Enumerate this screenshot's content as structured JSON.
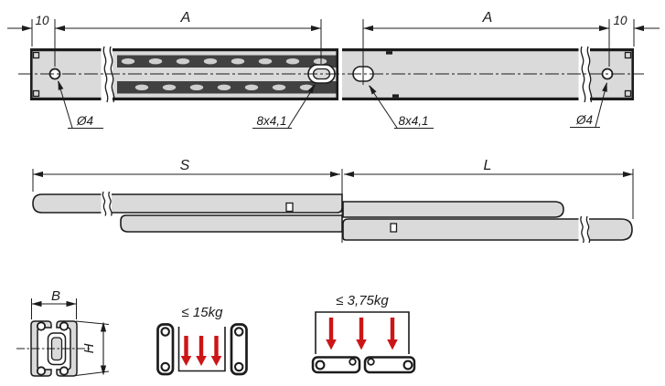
{
  "top_view": {
    "offset_left": "10",
    "length_a_left": "A",
    "length_a_right": "A",
    "offset_right": "10",
    "hole_dia_left": "Ø4",
    "slot_size_left": "8x4,1",
    "slot_size_right": "8x4,1",
    "hole_dia_right": "Ø4"
  },
  "side_view": {
    "closed_length": "S",
    "extended_length": "L"
  },
  "cross_section": {
    "width": "B",
    "height": "H"
  },
  "load_ratings": {
    "edge_mount_max": "≤ 15kg",
    "flat_mount_max": "≤ 3,75kg"
  },
  "colors": {
    "line": "#1c1c1c",
    "metal_fill": "#dadada",
    "ball_cage_fill": "#414141",
    "load_arrow_red": "#cc1517",
    "background": "#ffffff"
  }
}
